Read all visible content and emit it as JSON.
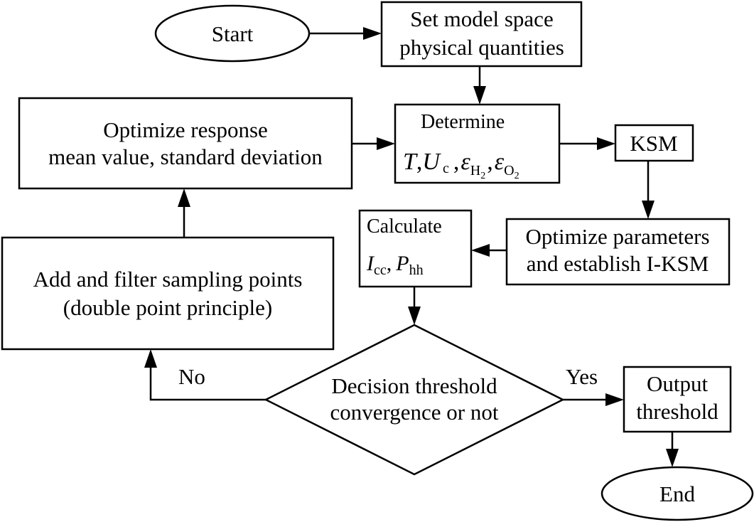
{
  "nodes": {
    "start": "Start",
    "set_model": [
      "Set model space",
      "physical quantities"
    ],
    "determine": {
      "title": "Determine",
      "symbols": {
        "T": "T",
        "U": "U",
        "U_sub": "c",
        "epsilon": "ε",
        "eps_h2_sub": "H",
        "eps_h2_subsub": "2",
        "eps_o2_sub": "O",
        "eps_o2_subsub": "2",
        "comma": ","
      }
    },
    "ksm": "KSM",
    "optimize_response": [
      "Optimize response",
      "mean value, standard deviation"
    ],
    "calculate": {
      "title": "Calculate",
      "symbols": {
        "I": "I",
        "I_sub": "cc",
        "P": "P",
        "P_sub": "hh",
        "comma": ","
      }
    },
    "optimize_params": [
      "Optimize parameters",
      "and establish I-KSM"
    ],
    "add_filter": [
      "Add and filter sampling points",
      "(double point principle)"
    ],
    "decision": [
      "Decision threshold",
      "convergence or not"
    ],
    "output": [
      "Output",
      "threshold"
    ],
    "end": "End"
  },
  "edge_labels": {
    "no": "No",
    "yes": "Yes"
  },
  "colors": {
    "stroke": "#000000",
    "fill": "#ffffff"
  }
}
